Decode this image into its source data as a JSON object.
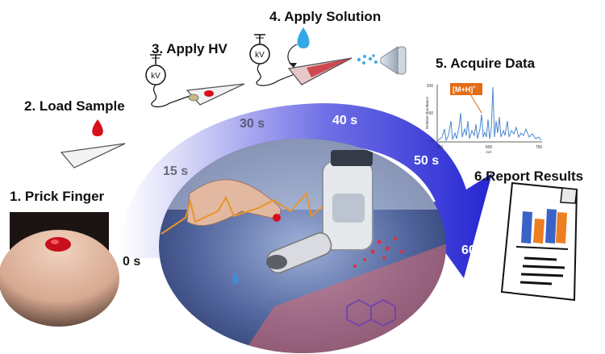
{
  "steps": [
    {
      "label": "1. Prick Finger"
    },
    {
      "label": "2. Load Sample"
    },
    {
      "label": "3. Apply HV"
    },
    {
      "label": "4. Apply Solution"
    },
    {
      "label": "5. Acquire Data"
    },
    {
      "label": "6.Report Results"
    }
  ],
  "timeline": {
    "ticks": [
      "0 s",
      "15 s",
      "30 s",
      "40 s",
      "50 s",
      "60 s"
    ],
    "arrow_color_start": "#e8e8fb",
    "arrow_color_end": "#2a2ad6"
  },
  "hv_icon_label": "kV",
  "spectrum": {
    "peak_label": "[M+H]",
    "peak_label_sup": "+",
    "ylabel": "Relative Abundance",
    "xlabel": "m/z",
    "y_ticks": [
      "100",
      "50",
      "0"
    ],
    "x_ticks": [
      "450",
      "600",
      "750"
    ]
  },
  "colors": {
    "blood": "#d8101c",
    "solution": "#35a7e6",
    "arrow_blue": "#3030d8",
    "label_orange": "#e36c16",
    "report_bar_blue": "#3a63c8",
    "report_bar_orange": "#ee7e22"
  }
}
